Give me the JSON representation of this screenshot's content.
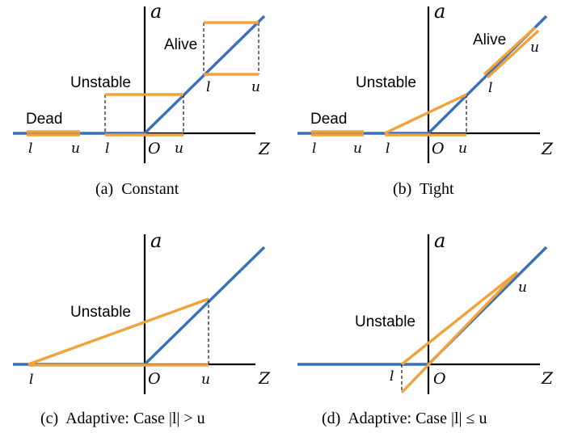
{
  "colors": {
    "relu_line": "#3a6fbd",
    "relaxation_bound": "#f0a33b",
    "axis": "#000000"
  },
  "axis_labels": {
    "y": "a",
    "x": "Z",
    "origin": "O",
    "lower": "l",
    "upper": "u"
  },
  "region_labels": {
    "dead": "Dead",
    "unstable": "Unstable",
    "alive": "Alive"
  },
  "panels": [
    {
      "caption": "(a)  Constant"
    },
    {
      "caption": "(b)  Tight"
    },
    {
      "caption": "(c)  Adaptive: Case |l| > u"
    },
    {
      "caption": "(d)  Adaptive: Case |l| ≤ u"
    }
  ]
}
